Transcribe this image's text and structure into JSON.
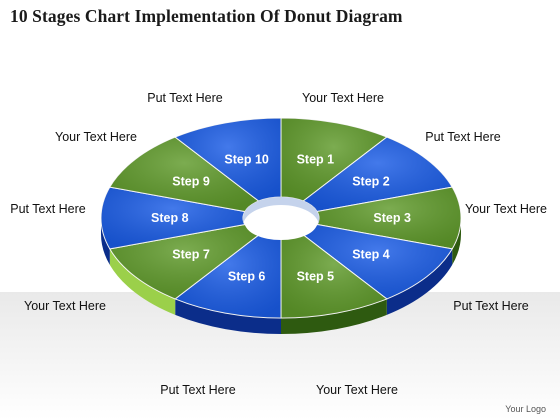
{
  "title": "10 Stages Chart Implementation Of Donut Diagram",
  "logo_text": "Your Logo",
  "colors": {
    "blue": "#1a5ce6",
    "blue_dark": "#0b2d8a",
    "green": "#5f9a2a",
    "green_dark": "#2e5a10",
    "green_light": "#9bd04a"
  },
  "steps": [
    {
      "label": "Step 1",
      "color": "green"
    },
    {
      "label": "Step 2",
      "color": "blue"
    },
    {
      "label": "Step 3",
      "color": "green"
    },
    {
      "label": "Step 4",
      "color": "blue"
    },
    {
      "label": "Step 5",
      "color": "green"
    },
    {
      "label": "Step 6",
      "color": "blue"
    },
    {
      "label": "Step 7",
      "color": "green"
    },
    {
      "label": "Step 8",
      "color": "blue"
    },
    {
      "label": "Step 9",
      "color": "green"
    },
    {
      "label": "Step 10",
      "color": "blue"
    }
  ],
  "callouts": [
    "Your Text Here",
    "Put Text Here",
    "Your Text Here",
    "Put Text Here",
    "Your Text Here",
    "Put Text Here",
    "Your Text Here",
    "Put Text Here",
    "Your Text Here",
    "Put Text Here"
  ]
}
